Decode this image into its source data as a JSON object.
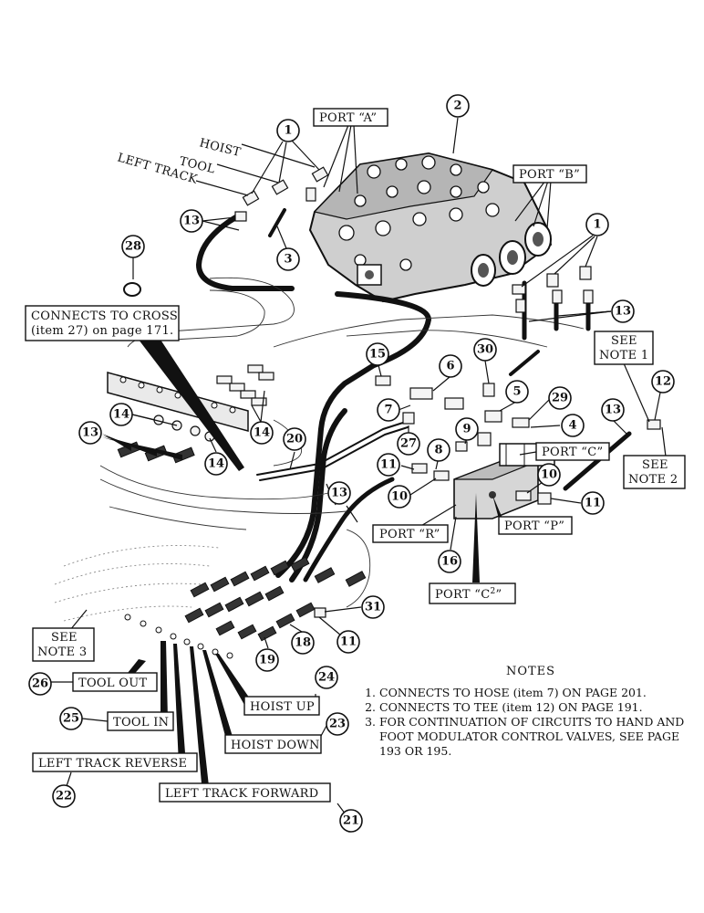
{
  "labels": {
    "port_a": "PORT “A”",
    "port_b": "PORT “B”",
    "port_c": "PORT “C”",
    "port_p": "PORT “P”",
    "port_r": "PORT “R”",
    "port_c2": "PORT “C",
    "port_c2_sup": "2",
    "port_c2_close": "”",
    "hoist": "HOIST",
    "tool": "TOOL",
    "left_track": "LEFT TRACK",
    "connects_line1": "CONNECTS TO CROSS",
    "connects_line2": "(item 27) on page 171.",
    "see_note1_a": "SEE",
    "see_note1_b": "NOTE 1",
    "see_note2_a": "SEE",
    "see_note2_b": "NOTE 2",
    "see_note3_a": "SEE",
    "see_note3_b": "NOTE 3",
    "tool_out": "TOOL OUT",
    "tool_in": "TOOL IN",
    "hoist_up": "HOIST UP",
    "hoist_down": "HOIST DOWN",
    "left_track_reverse": "LEFT TRACK REVERSE",
    "left_track_forward": "LEFT TRACK FORWARD"
  },
  "callouts": [
    "1",
    "2",
    "3",
    "4",
    "5",
    "6",
    "7",
    "8",
    "9",
    "10",
    "11",
    "12",
    "13",
    "14",
    "15",
    "16",
    "18",
    "19",
    "20",
    "21",
    "22",
    "23",
    "24",
    "25",
    "26",
    "27",
    "28",
    "29",
    "30",
    "31"
  ],
  "notes": {
    "title": "NOTES",
    "items": [
      "CONNECTS TO HOSE (item 7) ON PAGE 201.",
      "CONNECTS TO TEE (item 12) ON PAGE 191.",
      "FOR CONTINUATION OF CIRCUITS TO HAND AND FOOT MODULATOR CONTROL VALVES, SEE PAGE 193 OR 195."
    ]
  }
}
